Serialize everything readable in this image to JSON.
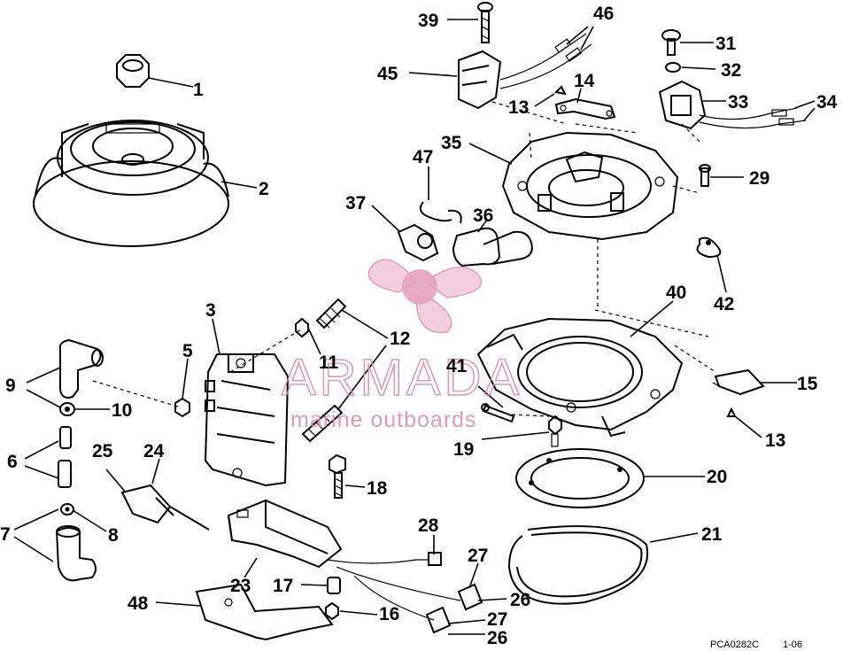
{
  "diagram": {
    "callouts": [
      "1",
      "2",
      "3",
      "5",
      "6",
      "7",
      "8",
      "9",
      "10",
      "11",
      "12",
      "13",
      "14",
      "15",
      "16",
      "17",
      "18",
      "19",
      "20",
      "21",
      "23",
      "24",
      "25",
      "26",
      "27",
      "28",
      "29",
      "31",
      "32",
      "33",
      "34",
      "35",
      "36",
      "37",
      "39",
      "40",
      "41",
      "42",
      "45",
      "46",
      "47",
      "48"
    ],
    "callout_13_lower": "13",
    "callout_26_lower": "26",
    "callout_27_lower": "27",
    "drawing_code": "PCA0282C",
    "sheet_ref": "1-06"
  },
  "watermark": {
    "brand": "ARMADA",
    "tagline": "marine outboards",
    "color": "#d98aa8"
  }
}
